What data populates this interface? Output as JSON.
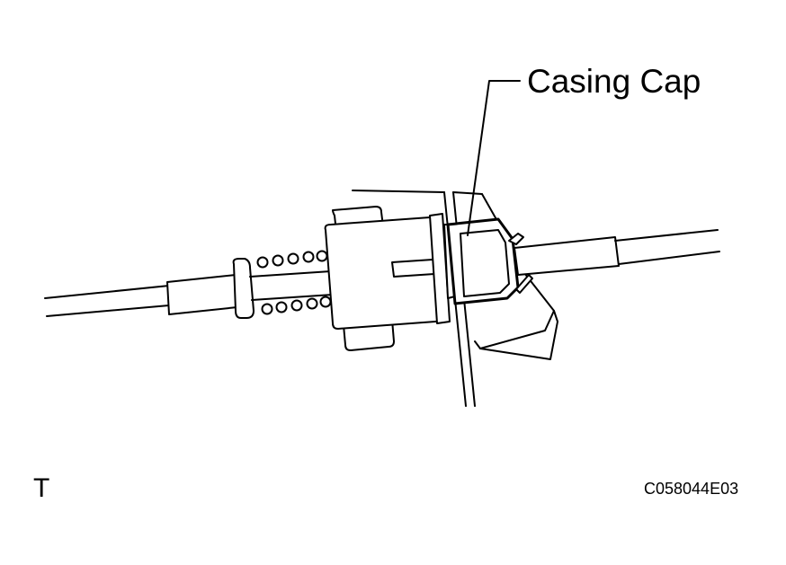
{
  "callout": {
    "label": "Casing Cap"
  },
  "view_marker": "T",
  "figure_code": "C058044E03",
  "colors": {
    "line": "#000000",
    "background": "#ffffff"
  }
}
